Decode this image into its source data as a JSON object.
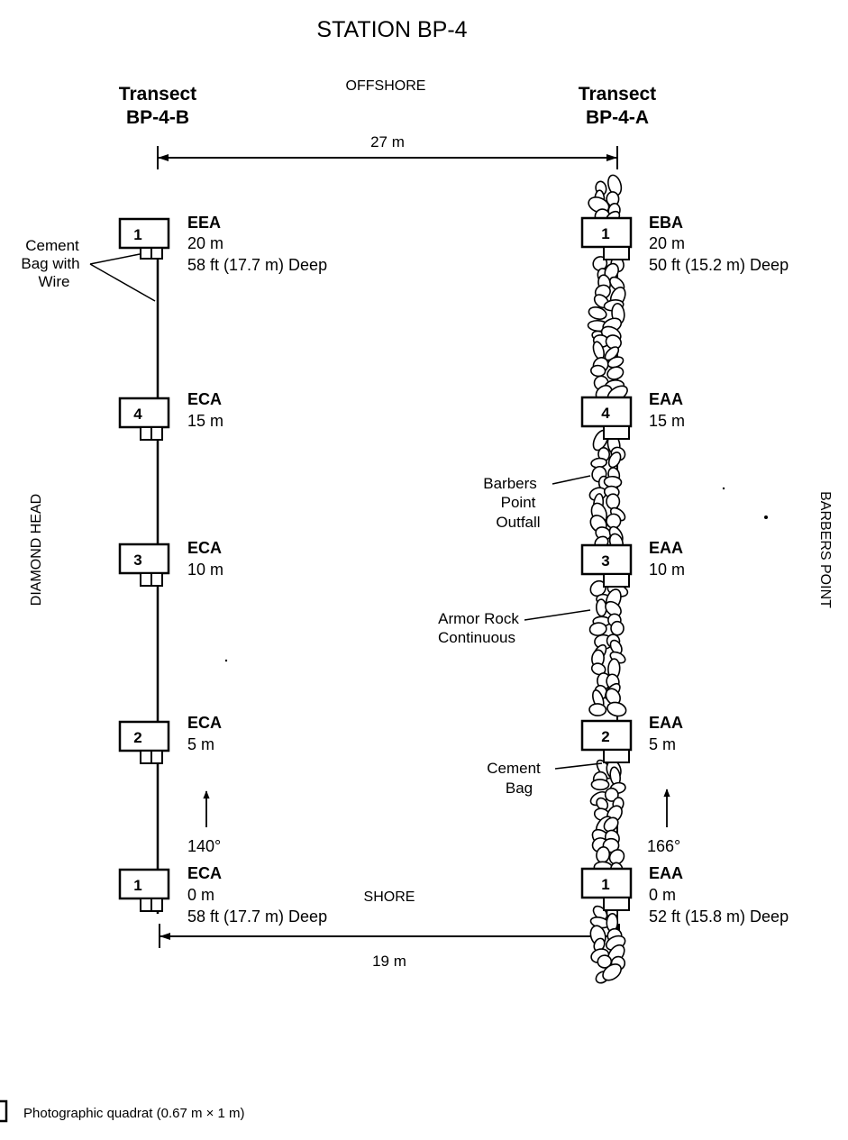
{
  "title": "STATION BP-4",
  "offshore": "OFFSHORE",
  "shore": "SHORE",
  "left_side": "DIAMOND HEAD",
  "right_side": "BARBERS POINT",
  "transect_b": {
    "line1": "Transect",
    "line2": "BP-4-B"
  },
  "transect_a": {
    "line1": "Transect",
    "line2": "BP-4-A"
  },
  "top_distance": "27 m",
  "bottom_distance": "19 m",
  "left_quadrats": [
    {
      "num": "1",
      "code": "EEA",
      "dist": "20 m",
      "depth": "58 ft (17.7 m) Deep"
    },
    {
      "num": "4",
      "code": "ECA",
      "dist": "15 m",
      "depth": ""
    },
    {
      "num": "3",
      "code": "ECA",
      "dist": "10 m",
      "depth": ""
    },
    {
      "num": "2",
      "code": "ECA",
      "dist": "5 m",
      "depth": ""
    },
    {
      "num": "1",
      "code": "ECA",
      "dist": "0 m",
      "depth": "58 ft (17.7 m) Deep"
    }
  ],
  "right_quadrats": [
    {
      "num": "1",
      "code": "EBA",
      "dist": "20 m",
      "depth": "50 ft (15.2 m) Deep"
    },
    {
      "num": "4",
      "code": "EAA",
      "dist": "15 m",
      "depth": ""
    },
    {
      "num": "3",
      "code": "EAA",
      "dist": "10 m",
      "depth": ""
    },
    {
      "num": "2",
      "code": "EAA",
      "dist": "5 m",
      "depth": ""
    },
    {
      "num": "1",
      "code": "EAA",
      "dist": "0 m",
      "depth": "52 ft (15.8 m) Deep"
    }
  ],
  "cement_bag_wire": {
    "line1": "Cement",
    "line2": "Bag with",
    "line3": "Wire"
  },
  "barbers_outfall": {
    "line1": "Barbers",
    "line2": "Point",
    "line3": "Outfall"
  },
  "armor_rock": {
    "line1": "Armor Rock",
    "line2": "Continuous"
  },
  "cement_bag": {
    "line1": "Cement",
    "line2": "Bag"
  },
  "left_heading": "140°",
  "right_heading": "166°",
  "legend": "Photographic quadrat (0.67 m × 1 m)"
}
